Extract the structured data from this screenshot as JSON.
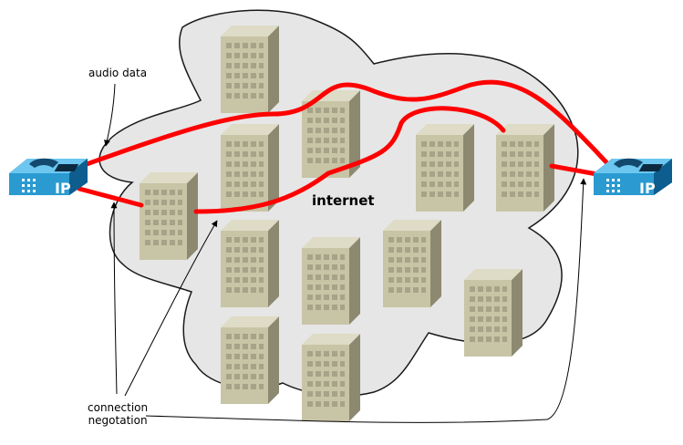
{
  "labels": {
    "audio_data": "audio data",
    "connection_line1": "connection",
    "connection_line2": "negotation",
    "internet": "internet"
  },
  "phones": {
    "left_text": "IP",
    "right_text": "IP"
  },
  "colors": {
    "audio_path": "#ff0000",
    "cloud_fill": "#e6e6e6",
    "cloud_stroke": "#1a1a1a",
    "building_front": "#c8c4a6",
    "building_side": "#8c8970",
    "building_top": "#dedbc6",
    "building_window": "#a7a388",
    "phone_body": "#2a9ad0",
    "phone_dark": "#0d5d8f",
    "phone_light": "#6cc6ef"
  }
}
